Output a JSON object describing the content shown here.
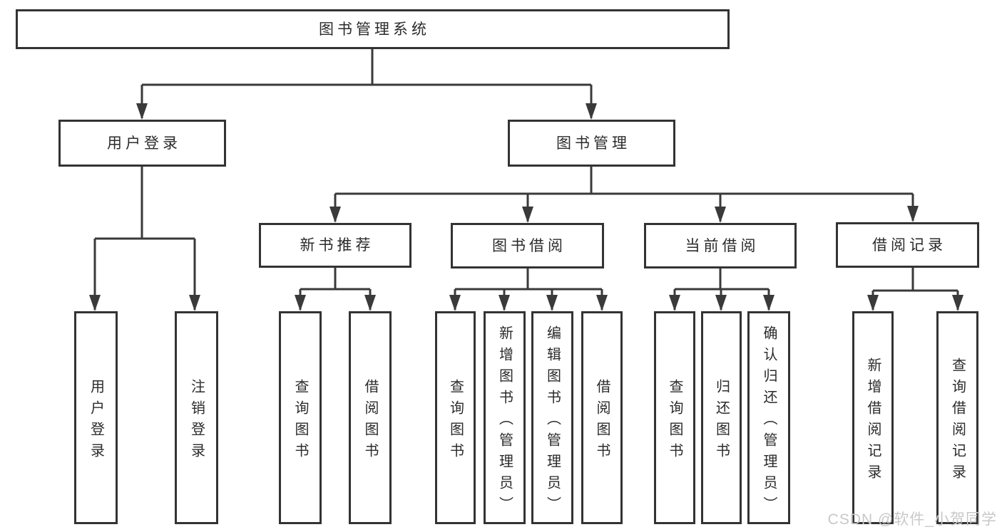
{
  "diagram": {
    "watermark": "CSDN @软件_小贺同学",
    "colors": {
      "line": "#3a3a3a",
      "box_border": "#333333",
      "text": "#2b2b2b",
      "watermark": "#c8c8c8",
      "background": "#ffffff"
    },
    "tree": {
      "label": "图书管理系统",
      "children": [
        {
          "label": "用户登录",
          "children": [
            {
              "label": "用户登录"
            },
            {
              "label": "注销登录"
            }
          ]
        },
        {
          "label": "图书管理",
          "children": [
            {
              "label": "新书推荐",
              "children": [
                {
                  "label": "查询图书"
                },
                {
                  "label": "借阅图书"
                }
              ]
            },
            {
              "label": "图书借阅",
              "children": [
                {
                  "label": "查询图书"
                },
                {
                  "label": "新增图书（管理员）"
                },
                {
                  "label": "编辑图书（管理员）"
                },
                {
                  "label": "借阅图书"
                }
              ]
            },
            {
              "label": "当前借阅",
              "children": [
                {
                  "label": "查询图书"
                },
                {
                  "label": "归还图书"
                },
                {
                  "label": "确认归还（管理员）"
                }
              ]
            },
            {
              "label": "借阅记录",
              "children": [
                {
                  "label": "新增借阅记录"
                },
                {
                  "label": "查询借阅记录"
                }
              ]
            }
          ]
        }
      ]
    }
  }
}
